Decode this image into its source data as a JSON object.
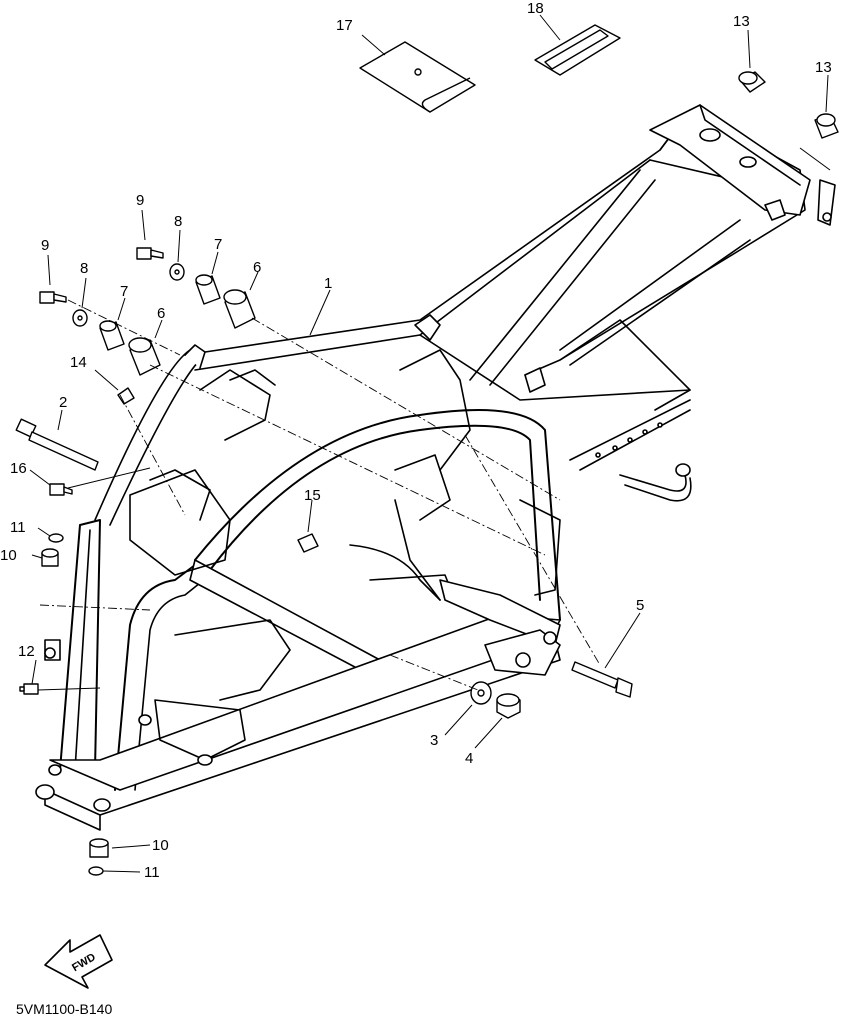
{
  "diagram": {
    "code": "5VM1100-B140",
    "fwd_label": "FWD",
    "callouts": [
      {
        "id": "c1",
        "label": "1"
      },
      {
        "id": "c2",
        "label": "2"
      },
      {
        "id": "c3",
        "label": "3"
      },
      {
        "id": "c4",
        "label": "4"
      },
      {
        "id": "c5",
        "label": "5"
      },
      {
        "id": "c6a",
        "label": "6"
      },
      {
        "id": "c6b",
        "label": "6"
      },
      {
        "id": "c7a",
        "label": "7"
      },
      {
        "id": "c7b",
        "label": "7"
      },
      {
        "id": "c8a",
        "label": "8"
      },
      {
        "id": "c8b",
        "label": "8"
      },
      {
        "id": "c9a",
        "label": "9"
      },
      {
        "id": "c9b",
        "label": "9"
      },
      {
        "id": "c10a",
        "label": "10"
      },
      {
        "id": "c10b",
        "label": "10"
      },
      {
        "id": "c11a",
        "label": "11"
      },
      {
        "id": "c11b",
        "label": "11"
      },
      {
        "id": "c12",
        "label": "12"
      },
      {
        "id": "c13a",
        "label": "13"
      },
      {
        "id": "c13b",
        "label": "13"
      },
      {
        "id": "c14",
        "label": "14"
      },
      {
        "id": "c15",
        "label": "15"
      },
      {
        "id": "c16",
        "label": "16"
      },
      {
        "id": "c17",
        "label": "17"
      },
      {
        "id": "c18",
        "label": "18"
      }
    ]
  }
}
